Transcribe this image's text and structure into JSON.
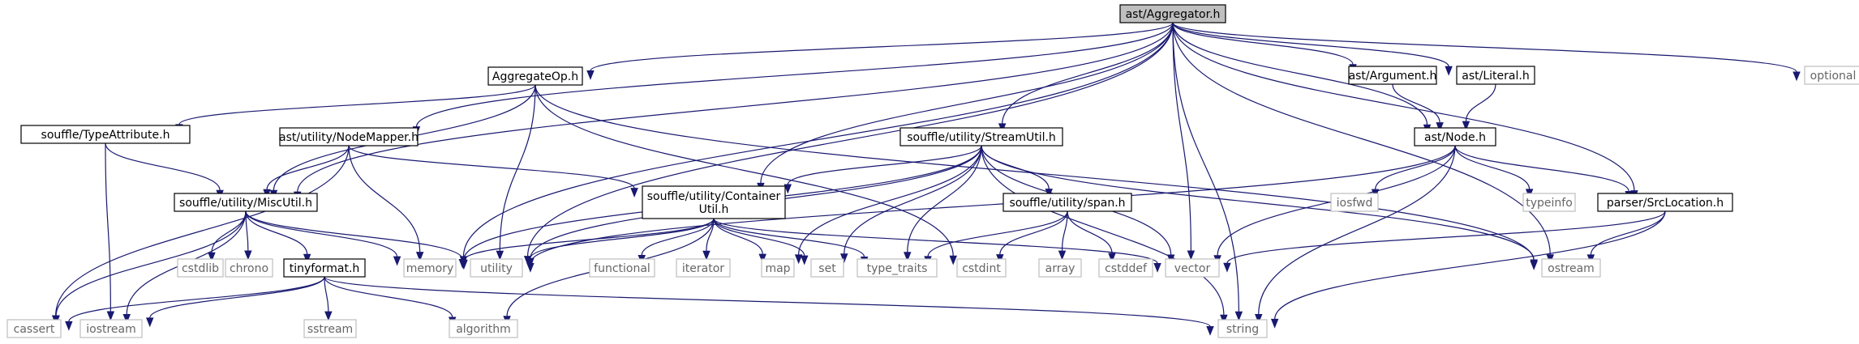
{
  "diagram": {
    "nodes": [
      {
        "id": "n0",
        "label": "ast/Aggregator.h",
        "kind": "root"
      },
      {
        "id": "n1",
        "label": "AggregateOp.h",
        "kind": "local"
      },
      {
        "id": "n2",
        "label": "ast/utility/NodeMapper.h",
        "kind": "local"
      },
      {
        "id": "n3",
        "label": "ast/Argument.h",
        "kind": "local"
      },
      {
        "id": "n4",
        "label": "ast/Literal.h",
        "kind": "local"
      },
      {
        "id": "n5",
        "label": "optional",
        "kind": "system"
      },
      {
        "id": "n6",
        "label": "souffle/TypeAttribute.h",
        "kind": "local"
      },
      {
        "id": "n7",
        "label": "souffle/utility/StreamUtil.h",
        "kind": "local"
      },
      {
        "id": "n8",
        "label": "ast/Node.h",
        "kind": "local"
      },
      {
        "id": "n9",
        "label": "souffle/utility/MiscUtil.h",
        "kind": "local"
      },
      {
        "id": "n10",
        "label": "souffle/utility/Container\nUtil.h",
        "kind": "local"
      },
      {
        "id": "n11",
        "label": "souffle/utility/span.h",
        "kind": "local"
      },
      {
        "id": "n12",
        "label": "iosfwd",
        "kind": "system"
      },
      {
        "id": "n13",
        "label": "typeinfo",
        "kind": "system"
      },
      {
        "id": "n14",
        "label": "parser/SrcLocation.h",
        "kind": "local"
      },
      {
        "id": "n15",
        "label": "cstdlib",
        "kind": "system"
      },
      {
        "id": "n16",
        "label": "chrono",
        "kind": "system"
      },
      {
        "id": "n17",
        "label": "tinyformat.h",
        "kind": "local"
      },
      {
        "id": "n18",
        "label": "memory",
        "kind": "system"
      },
      {
        "id": "n19",
        "label": "utility",
        "kind": "system"
      },
      {
        "id": "n20",
        "label": "functional",
        "kind": "system"
      },
      {
        "id": "n21",
        "label": "iterator",
        "kind": "system"
      },
      {
        "id": "n22",
        "label": "map",
        "kind": "system"
      },
      {
        "id": "n23",
        "label": "set",
        "kind": "system"
      },
      {
        "id": "n24",
        "label": "type_traits",
        "kind": "system"
      },
      {
        "id": "n25",
        "label": "cstdint",
        "kind": "system"
      },
      {
        "id": "n26",
        "label": "array",
        "kind": "system"
      },
      {
        "id": "n27",
        "label": "cstddef",
        "kind": "system"
      },
      {
        "id": "n28",
        "label": "vector",
        "kind": "system"
      },
      {
        "id": "n29",
        "label": "ostream",
        "kind": "system"
      },
      {
        "id": "n30",
        "label": "cassert",
        "kind": "system"
      },
      {
        "id": "n31",
        "label": "iostream",
        "kind": "system"
      },
      {
        "id": "n32",
        "label": "sstream",
        "kind": "system"
      },
      {
        "id": "n33",
        "label": "algorithm",
        "kind": "system"
      },
      {
        "id": "n34",
        "label": "string",
        "kind": "system"
      }
    ],
    "edges": [
      [
        "n0",
        "n1"
      ],
      [
        "n0",
        "n2"
      ],
      [
        "n0",
        "n3"
      ],
      [
        "n0",
        "n4"
      ],
      [
        "n0",
        "n5"
      ],
      [
        "n0",
        "n7"
      ],
      [
        "n0",
        "n8"
      ],
      [
        "n0",
        "n9"
      ],
      [
        "n0",
        "n10"
      ],
      [
        "n0",
        "n14"
      ],
      [
        "n0",
        "n18"
      ],
      [
        "n0",
        "n19"
      ],
      [
        "n0",
        "n28"
      ],
      [
        "n0",
        "n29"
      ],
      [
        "n0",
        "n34"
      ],
      [
        "n1",
        "n6"
      ],
      [
        "n1",
        "n9"
      ],
      [
        "n1",
        "n19"
      ],
      [
        "n1",
        "n25"
      ],
      [
        "n1",
        "n29"
      ],
      [
        "n2",
        "n9"
      ],
      [
        "n2",
        "n10"
      ],
      [
        "n2",
        "n18"
      ],
      [
        "n2",
        "n30"
      ],
      [
        "n3",
        "n8"
      ],
      [
        "n4",
        "n8"
      ],
      [
        "n6",
        "n9"
      ],
      [
        "n6",
        "n31"
      ],
      [
        "n7",
        "n10"
      ],
      [
        "n7",
        "n11"
      ],
      [
        "n7",
        "n18"
      ],
      [
        "n7",
        "n19"
      ],
      [
        "n7",
        "n22"
      ],
      [
        "n7",
        "n23"
      ],
      [
        "n7",
        "n24"
      ],
      [
        "n7",
        "n28"
      ],
      [
        "n7",
        "n29"
      ],
      [
        "n7",
        "n34"
      ],
      [
        "n8",
        "n12"
      ],
      [
        "n8",
        "n13"
      ],
      [
        "n8",
        "n14"
      ],
      [
        "n8",
        "n19"
      ],
      [
        "n8",
        "n28"
      ],
      [
        "n8",
        "n34"
      ],
      [
        "n9",
        "n15"
      ],
      [
        "n9",
        "n16"
      ],
      [
        "n9",
        "n17"
      ],
      [
        "n9",
        "n18"
      ],
      [
        "n9",
        "n19"
      ],
      [
        "n9",
        "n30"
      ],
      [
        "n9",
        "n31"
      ],
      [
        "n10",
        "n18"
      ],
      [
        "n10",
        "n19"
      ],
      [
        "n10",
        "n20"
      ],
      [
        "n10",
        "n21"
      ],
      [
        "n10",
        "n22"
      ],
      [
        "n10",
        "n23"
      ],
      [
        "n10",
        "n24"
      ],
      [
        "n10",
        "n28"
      ],
      [
        "n10",
        "n33"
      ],
      [
        "n11",
        "n24"
      ],
      [
        "n11",
        "n25"
      ],
      [
        "n11",
        "n26"
      ],
      [
        "n11",
        "n27"
      ],
      [
        "n14",
        "n28"
      ],
      [
        "n14",
        "n29"
      ],
      [
        "n14",
        "n34"
      ],
      [
        "n17",
        "n30"
      ],
      [
        "n17",
        "n31"
      ],
      [
        "n17",
        "n32"
      ],
      [
        "n17",
        "n33"
      ],
      [
        "n17",
        "n34"
      ]
    ]
  }
}
